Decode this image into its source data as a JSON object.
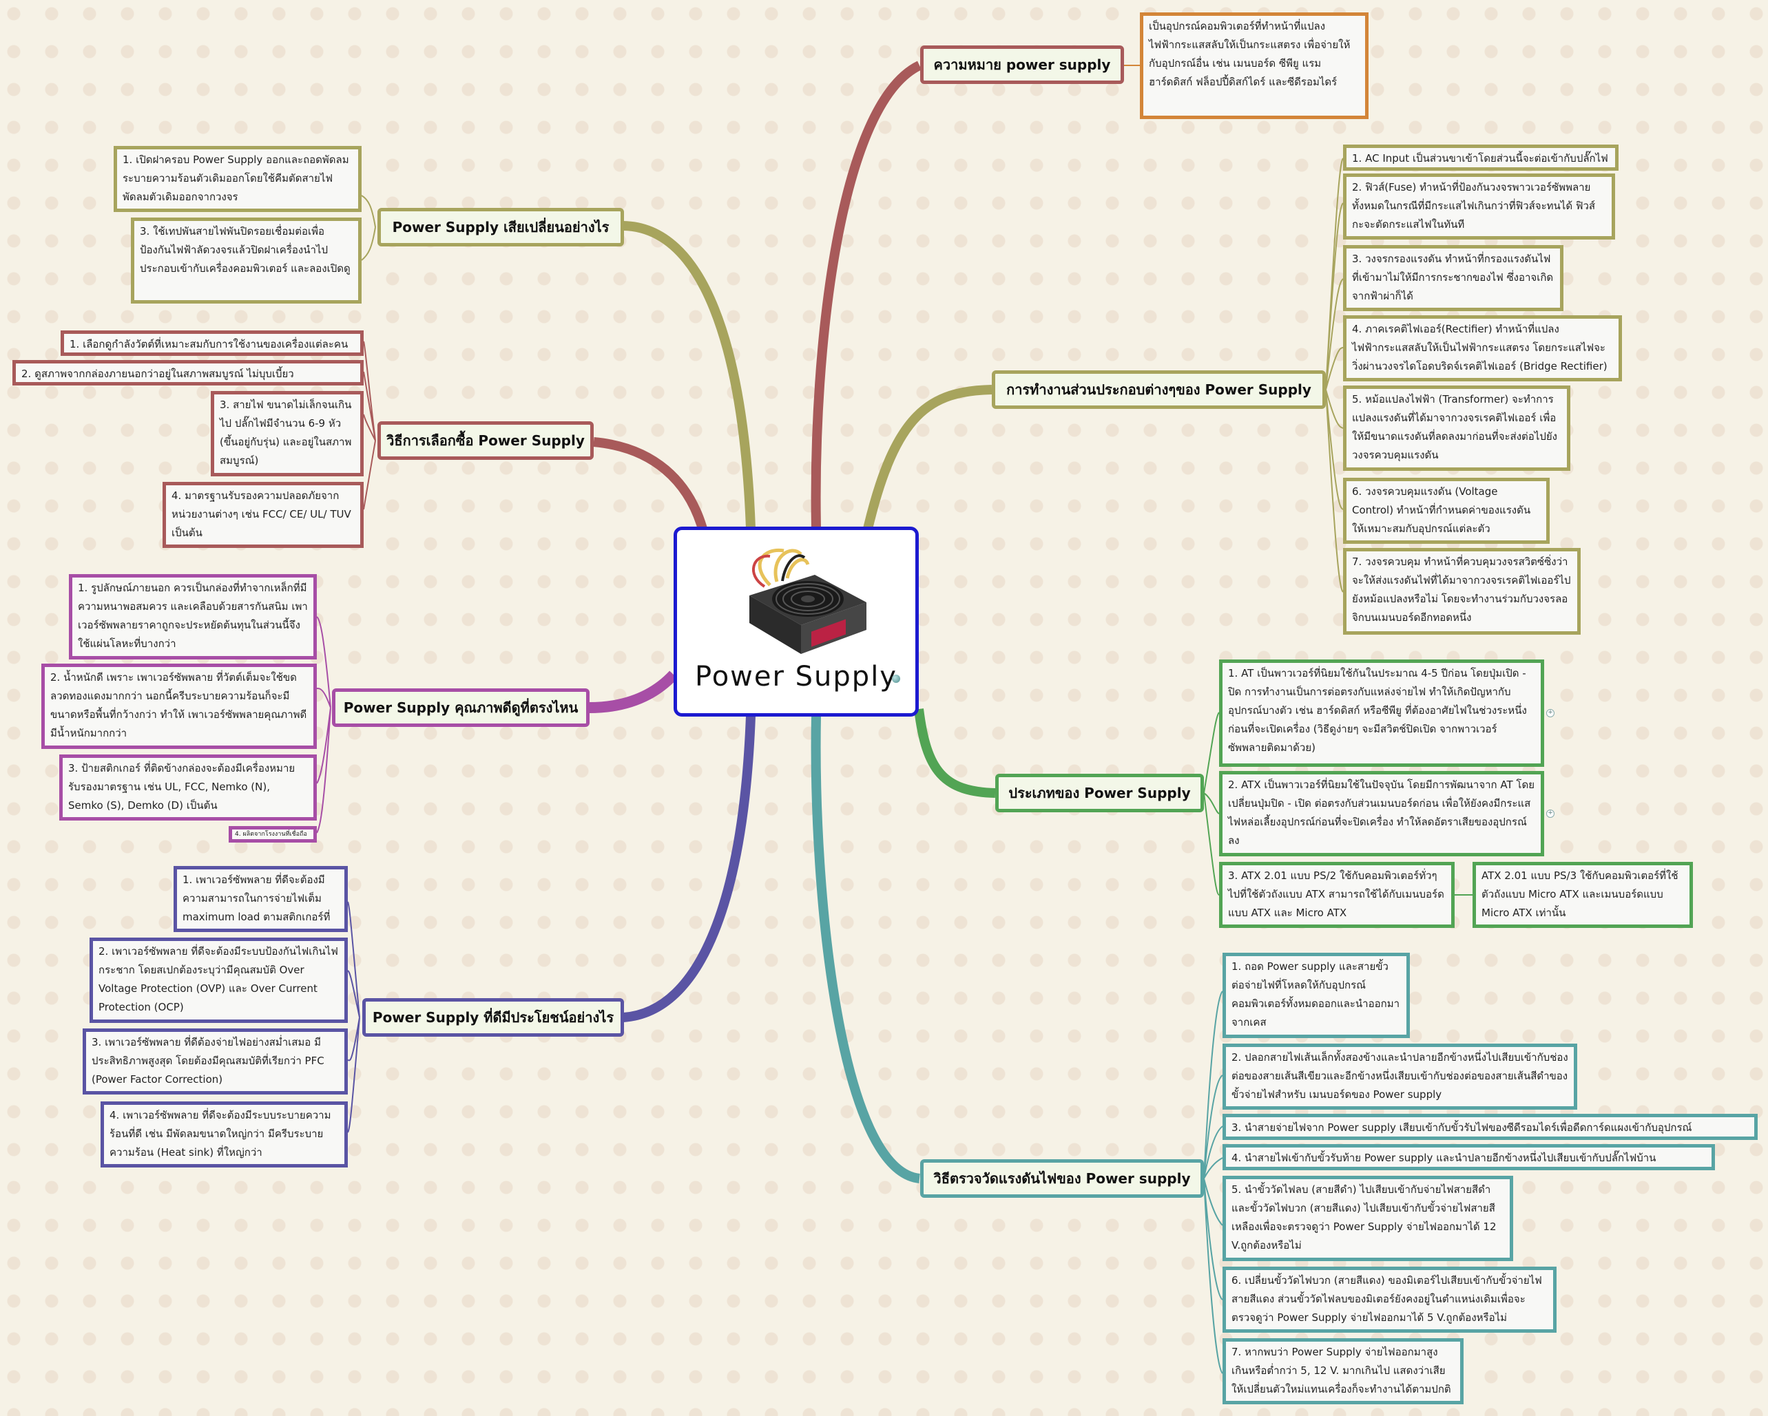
{
  "center": {
    "title": "Power  Supply"
  },
  "topics": {
    "meaning": {
      "label": "ความหมาย   power supply"
    },
    "failure": {
      "label": "Power Supply เสียเปลี่ยนอย่างไร"
    },
    "buying": {
      "label": "วิธีการเลือกซื้อ Power Supply"
    },
    "quality": {
      "label": "Power Supply คุณภาพดีดูที่ตรงไหน"
    },
    "good": {
      "label": "Power Supply ที่ดีมีประโยชน์อย่างไร"
    },
    "parts": {
      "label": "การทำงานส่วนประกอบต่างๆของ Power Supply"
    },
    "types": {
      "label": "ประเภทของ Power Supply"
    },
    "measure": {
      "label": "วิธีตรวจวัดแรงดันไฟของ Power supply"
    }
  },
  "leaves": {
    "meaning": [
      "        เป็นอุปกรณ์คอมพิวเตอร์ที่ทำหน้าที่แปลงไฟฟ้ากระแสสลับให้เป็นกระแสตรง เพื่อจ่ายให้กับอุปกรณ์อื่น เช่น เมนบอร์ด ซีพียู แรม ฮาร์ดดิสก์ ฟล็อปปี้ดิสก์ไดร์ และซีดีรอมไดร์"
    ],
    "failure": [
      "      1. เปิดฝาครอบ Power Supply ออกและถอดพัดลมระบายความร้อนตัวเดิมออกโดยใช้คีมตัดสายไฟพัดลมตัวเดิมออกจากวงจร",
      "3. ใช้เทปพันสายไฟพันปิดรอยเชื่อมต่อเพื่อป้องกันไฟฟ้าลัดวงจรแล้วปิดฝาเครื่องนำไปประกอบเข้ากับเครื่องคอมพิวเตอร์ และลองเปิดดู"
    ],
    "buying": [
      "1. เลือกดูกำลังวัตต์ที่เหมาะสมกับการใช้งานของเครื่องแต่ละคน",
      "2. ดูสภาพจากกล่องภายนอกว่าอยู่ในสภาพสมบูรณ์ ไม่บุบเบี้ยว",
      "3. สายไฟ ขนาดไม่เล็กจนเกินไป ปลั๊กไฟมีจำนวน 6-9 หัว (ขึ้นอยู่กับรุ่น) และอยู่ในสภาพสมบูรณ์)",
      "      4. มาตรฐานรับรองความปลอดภัยจากหน่วยงานต่างๆ เช่น FCC/ CE/ UL/ TUV เป็นต้น"
    ],
    "quality": [
      "1. รูปลักษณ์ภายนอก ควรเป็นกล่องที่ทำจากเหล็กที่มีความหนาพอสมควร และเคลือบด้วยสารกันสนิม เพาเวอร์ซัพพลายราคาถูกจะประหยัดต้นทุนในส่วนนี้จึงใช้แผ่นโลหะที่บางกว่า",
      "2. น้ำหนักดี เพราะ เพาเวอร์ซัพพลาย ที่วัตต์เต็มจะใช้ขดลวดทองแดงมากกว่า นอกนี้ครีบระบายความร้อนก็จะมีขนาดหรือพื้นที่กว้างกว่า ทำให้ เพาเวอร์ซัพพลายคุณภาพดีมีน้ำหนักมากกว่า",
      "     3. ป้ายสติกเกอร์ ที่ติดข้างกล่องจะต้องมีเครื่องหมายรับรองมาตรฐาน เช่น UL, FCC, Nemko (N), Semko (S), Demko (D) เป็นต้น",
      "4. ผลิตจากโรงงานที่เชื่อถือได้"
    ],
    "good": [
      "1. เพาเวอร์ซัพพลาย ที่ดีจะต้องมีความสามารถในการจ่ายไฟเต็ม maximum load ตามสติกเกอร์ที่ติด",
      "2. เพาเวอร์ซัพพลาย ที่ดีจะต้องมีระบบป้องกันไฟเกินไฟกระชาก โดยสเปกต้องระบุว่ามีคุณสมบัติ Over Voltage Protection (OVP) และ Over Current Protection (OCP)",
      "3. เพาเวอร์ซัพพลาย ที่ดีต้องจ่ายไฟอย่างสม่ำเสมอ มีประสิทธิภาพสูงสุด โดยต้องมีคุณสมบัติที่เรียกว่า PFC (Power Factor Correction)",
      "     4. เพาเวอร์ซัพพลาย ที่ดีจะต้องมีระบบระบายความร้อนที่ดี เช่น มีพัดลมขนาดใหญ่กว่า มีครีบระบายความร้อน (Heat sink) ที่ใหญ่กว่า"
    ],
    "parts": [
      "1. AC Input เป็นส่วนขาเข้าโดยส่วนนี้จะต่อเข้ากับปลั๊กไฟ",
      "2. ฟิวส์(Fuse) ทำหน้าที่ป้องกันวงจรพาวเวอร์ซัพพลายทั้งหมดในกรณีที่มีกระแสไฟเกินกว่าที่ฟิวส์จะทนได้ ฟิวส์กะจะตัดกระแสไฟในทันที",
      "3. วงจรกรองแรงดัน ทำหน้าที่กรองแรงดันไฟที่เข้ามาไม่ให้มีการกระชากของไฟ ซึ่งอาจเกิดจากฟ้าผ่าก็ได้",
      "4.  ภาคเรคติไฟเออร์(Rectifier) ทำหน้าที่แปลงไฟฟ้ากระแสสลับให้เป็นไฟฟ้ากระแสตรง โดยกระแสไฟจะวิ่งผ่านวงจรไดโอดบริดจ์เรคติไฟเออร์ (Bridge Rectifier)",
      "5. หม้อแปลงไฟฟ้า (Transformer) จะทำการแปลงแรงดันที่ได้มาจากวงจรเรคติไฟเออร์ เพื่อให้มีขนาดแรงดันที่ลดลงมาก่อนที่จะส่งต่อไปยังวงจรควบคุมแรงดัน",
      "6. วงจรควบคุมแรงดัน (Voltage Control) ทำหน้าที่กำหนดค่าของแรงดันให้เหมาะสมกับอุปกรณ์แต่ละตัว",
      "7. วงจรควบคุม ทำหน้าที่ควบคุมวงจรสวิตซ์ซิ่งว่าจะให้ส่งแรงดันไฟที่ได้มาจากวงจรเรคติไฟเออร์ไปยังหม้อแปลงหรือไม่ โดยจะทำงานร่วมกับวงจรลอจิกบนเมนบอร์ดอีกทอดหนึ่ง"
    ],
    "types": [
      "1. AT เป็นพาวเวอร์ที่นิยมใช้กันในประมาณ 4-5 ปีก่อน  โดยปุ่มเปิด - ปิด การทำงานเป็นการต่อตรงกับแหล่งจ่ายไฟ ทำให้เกิดปัญหากับอุปกรณ์บางตัว เช่น ฮาร์ดดิสก์ หรือซีพียู ที่ต้องอาศัยไฟในช่วงระหนึ่ง ก่อนที่จะเปิดเครื่อง (วิธีดูง่ายๆ จะมีสวิตช์ปิดเปิด จากพาวเวอร์ซัพพลายติดมาด้วย)",
      "2. ATX เป็นพาวเวอร์ที่นิยมใช้ในปัจจุบัน โดยมีการพัฒนาจาก AT โดยเปลี่ยนปุ่มปิด - เปิด ต่อตรงกับส่วนเมนบอร์ดก่อน เพื่อให้ยังคงมีกระแสไฟหล่อเลี้ยงอุปกรณ์ก่อนที่จะปิดเครื่อง ทำให้ลดอัตราเสียของอุปกรณ์ลง",
      "3. ATX 2.01 แบบ PS/2 ใช้กับคอมพิวเตอร์ทั่วๆไปที่ใช้ตัวถังแบบ ATX สามารถใช้ได้กับเมนบอร์ดแบบ ATX และ Micro ATX",
      "ATX 2.01 แบบ PS/3 ใช้กับคอมพิวเตอร์ที่ใช้ตัวถังแบบ Micro ATX และเมนบอร์ดแบบ Micro ATX เท่านั้น"
    ],
    "measure": [
      "     1. ถอด Power supply และสายขั้วต่อจ่ายไฟที่โหลดให้กับอุปกรณ์คอมพิวเตอร์ทั้งหมดออกและนำออกมาจากเคส",
      "     2. ปลอกสายไฟเส้นเล็กทั้งสองข้างและนำปลายอีกข้างหนึ่งไปเสียบเข้ากับช่องต่อของสายเส้นสีเขียวและอีกข้างหนึ่งเสียบเข้ากับช่องต่อของสายเส้นสีดำของขั้วจ่ายไฟสำหรับ เมนบอร์ดของ Power supply",
      "     3. นำสายจ่ายไฟจาก Power supply เสียบเข้ากับขั้วรับไฟของซีดีรอมไดร์เพื่อดีดการ์ดแผงเข้ากับอุปกรณ์",
      "     4. นำสายไฟเข้ากับขั้วรับท้าย Power supply และนำปลายอีกข้างหนึ่งไปเสียบเข้ากับปลั๊กไฟบ้าน",
      "5. นำขั้ววัดไฟลบ (สายสีดำ) ไปเสียบเข้ากับจ่ายไฟสายสีดำและขั้ววัดไฟบวก (สายสีแดง) ไปเสียบเข้ากับขั้วจ่ายไฟสายสีเหลืองเพื่อจะตรวจดูว่า Power Supply จ่ายไฟออกมาได้ 12 V.ถูกต้องหรือไม่",
      "     6. เปลี่ยนขั้ววัดไฟบวก (สายสีแดง) ของมิเตอร์ไปเสียบเข้ากับขั้วจ่ายไฟสายสีแดง ส่วนขั้ววัดไฟลบของมิเตอร์ยังคงอยู่ในตำแหน่งเดิมเพื่อจะตรวจดูว่า Power Supply จ่ายไฟออกมาได้ 5 V.ถูกต้องหรือไม่",
      "7. หากพบว่า Power Supply จ่ายไฟออกมาสูงเกินหรือต่ำกว่า 5, 12 V. มากเกินไป แสดงว่าเสียให้เปลี่ยนตัวใหม่แทนเครื่องก็จะทำงานได้ตามปกติ"
    ]
  },
  "colors": {
    "olive": "#a7a45d",
    "red": "#a85a5a",
    "purple": "#a74ea6",
    "blue": "#5a54a4",
    "green": "#52a454",
    "teal": "#58a4a4",
    "orange": "#d38538",
    "center_border": "#1c1ad0"
  },
  "image": {
    "icon": "power-supply-unit-image"
  }
}
